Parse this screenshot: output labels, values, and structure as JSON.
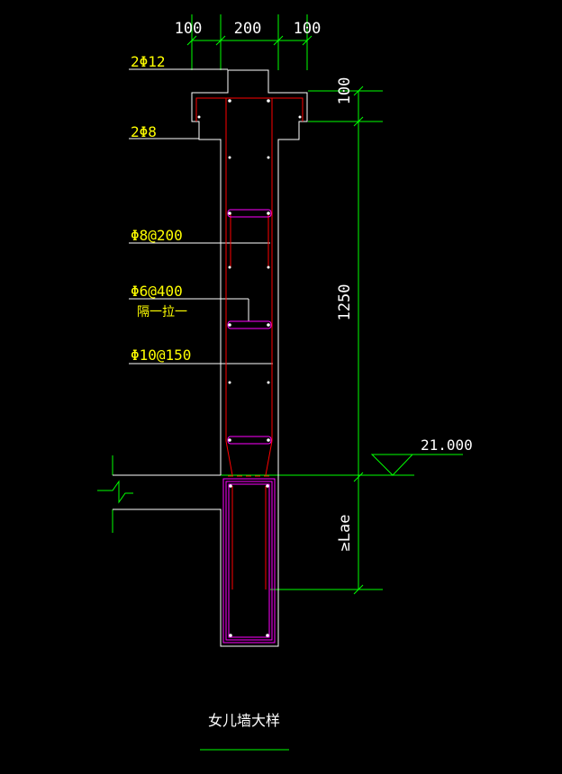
{
  "dimensions": {
    "top": [
      "100",
      "200",
      "100"
    ],
    "right_cap": "100",
    "right_height": "1250",
    "anchorage": "≥Lae"
  },
  "callouts": {
    "top_bars": "2Φ12",
    "cap_bars": "2Φ8",
    "stirrup_1": "Φ8@200",
    "tie_spacing": "Φ6@400",
    "tie_note": "隔一拉一",
    "stirrup_2": "Φ10@150"
  },
  "elevation": "21.000",
  "title": "女儿墙大样",
  "colors": {
    "background": "#000000",
    "outline": "#ffffff",
    "dimension": "#00ff00",
    "rebar": "#ff0000",
    "stirrup": "#ff00ff",
    "label": "#ffff00"
  }
}
